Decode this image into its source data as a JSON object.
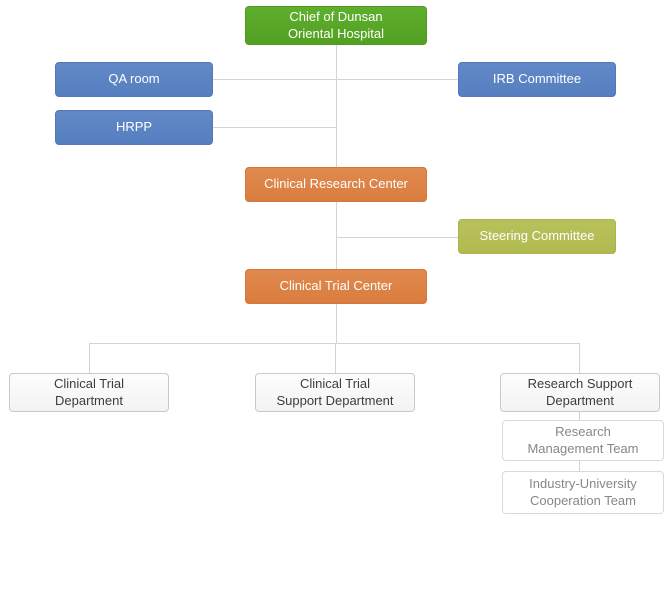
{
  "palette": {
    "green": "#57a425",
    "blue": "#5b84c3",
    "orange": "#dd8147",
    "olive": "#b5bd56",
    "plain_box_border": "#c9c9c9",
    "plain_box_text": "#3d3d3d",
    "team_box_border": "#d9d9d9",
    "team_box_text": "#878787",
    "connector_line": "#d4d4d4",
    "box_text_light": "#ffffff"
  },
  "nodes": [
    {
      "id": "chief",
      "label": "Chief of Dunsan\nOriental Hospital",
      "color": "green"
    },
    {
      "id": "qa-room",
      "label": "QA room",
      "color": "blue"
    },
    {
      "id": "irb",
      "label": "IRB Committee",
      "color": "blue"
    },
    {
      "id": "hrpp",
      "label": "HRPP",
      "color": "blue"
    },
    {
      "id": "crc",
      "label": "Clinical Research Center",
      "color": "orange"
    },
    {
      "id": "steering",
      "label": "Steering Committee",
      "color": "olive"
    },
    {
      "id": "ctc",
      "label": "Clinical Trial Center",
      "color": "orange"
    },
    {
      "id": "ctd",
      "label": "Clinical Trial\nDepartment",
      "color": "plain"
    },
    {
      "id": "ctsd",
      "label": "Clinical Trial\nSupport Department",
      "color": "plain"
    },
    {
      "id": "rsd",
      "label": "Research Support\nDepartment",
      "color": "plain"
    },
    {
      "id": "rmt",
      "label": "Research\nManagement Team",
      "color": "team"
    },
    {
      "id": "iuct",
      "label": "Industry-University\nCooperation Team",
      "color": "team"
    }
  ],
  "edges": [
    {
      "from": "chief",
      "to": "qa-room"
    },
    {
      "from": "chief",
      "to": "irb"
    },
    {
      "from": "chief",
      "to": "hrpp"
    },
    {
      "from": "chief",
      "to": "crc"
    },
    {
      "from": "crc",
      "to": "steering"
    },
    {
      "from": "crc",
      "to": "ctc"
    },
    {
      "from": "ctc",
      "to": "ctd"
    },
    {
      "from": "ctc",
      "to": "ctsd"
    },
    {
      "from": "ctc",
      "to": "rsd"
    },
    {
      "from": "rsd",
      "to": "rmt"
    },
    {
      "from": "rmt",
      "to": "iuct"
    }
  ]
}
